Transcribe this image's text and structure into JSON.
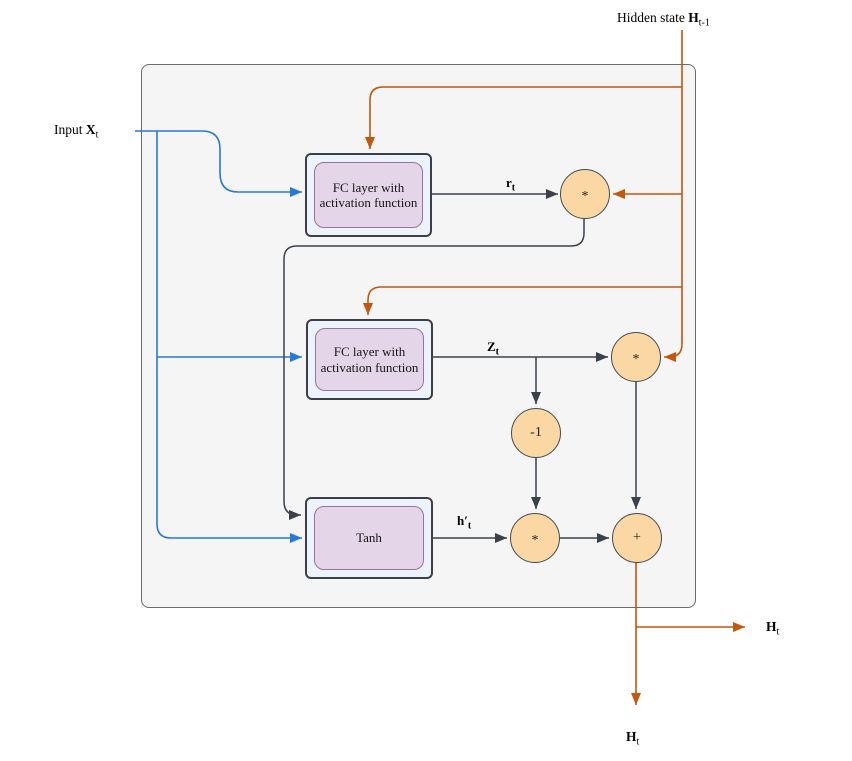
{
  "diagram": {
    "type": "GRU cell block diagram",
    "labels": {
      "hidden_state": {
        "text": "Hidden state ",
        "var": "H",
        "sub": "t-1"
      },
      "input": {
        "text": "Input ",
        "var": "X",
        "sub": "t"
      },
      "output_right": {
        "var": "H",
        "sub": "t"
      },
      "output_bottom": {
        "var": "H",
        "sub": "t"
      },
      "r": {
        "var": "r",
        "sub": "t"
      },
      "z": {
        "var": "Z",
        "sub": "t"
      },
      "h_prime": {
        "var": "h′",
        "sub": "t"
      }
    },
    "nodes": {
      "fc_reset": {
        "line1": "FC layer with",
        "line2": "activation function"
      },
      "fc_update": {
        "line1": "FC layer with",
        "line2": "activation function"
      },
      "tanh": {
        "label": "Tanh"
      },
      "multiply_reset": {
        "label": "*"
      },
      "multiply_update": {
        "label": "*"
      },
      "minus_one": {
        "label": "-1"
      },
      "multiply_candidate": {
        "label": "*"
      },
      "add": {
        "label": "+"
      }
    },
    "colors": {
      "hidden_state_line": "#C3570E",
      "input_line": "#2878D8",
      "internal_line": "#3A414A",
      "cell_fill": "#F5F5F5",
      "cell_border": "#6B6B6B",
      "fc_outer_fill": "#EDF3FC",
      "fc_outer_border": "#3B4046",
      "fc_inner_fill": "#E4D5E8",
      "fc_inner_border": "#9673A6",
      "op_fill": "#FAD7A3",
      "op_border": "#454B54"
    }
  }
}
